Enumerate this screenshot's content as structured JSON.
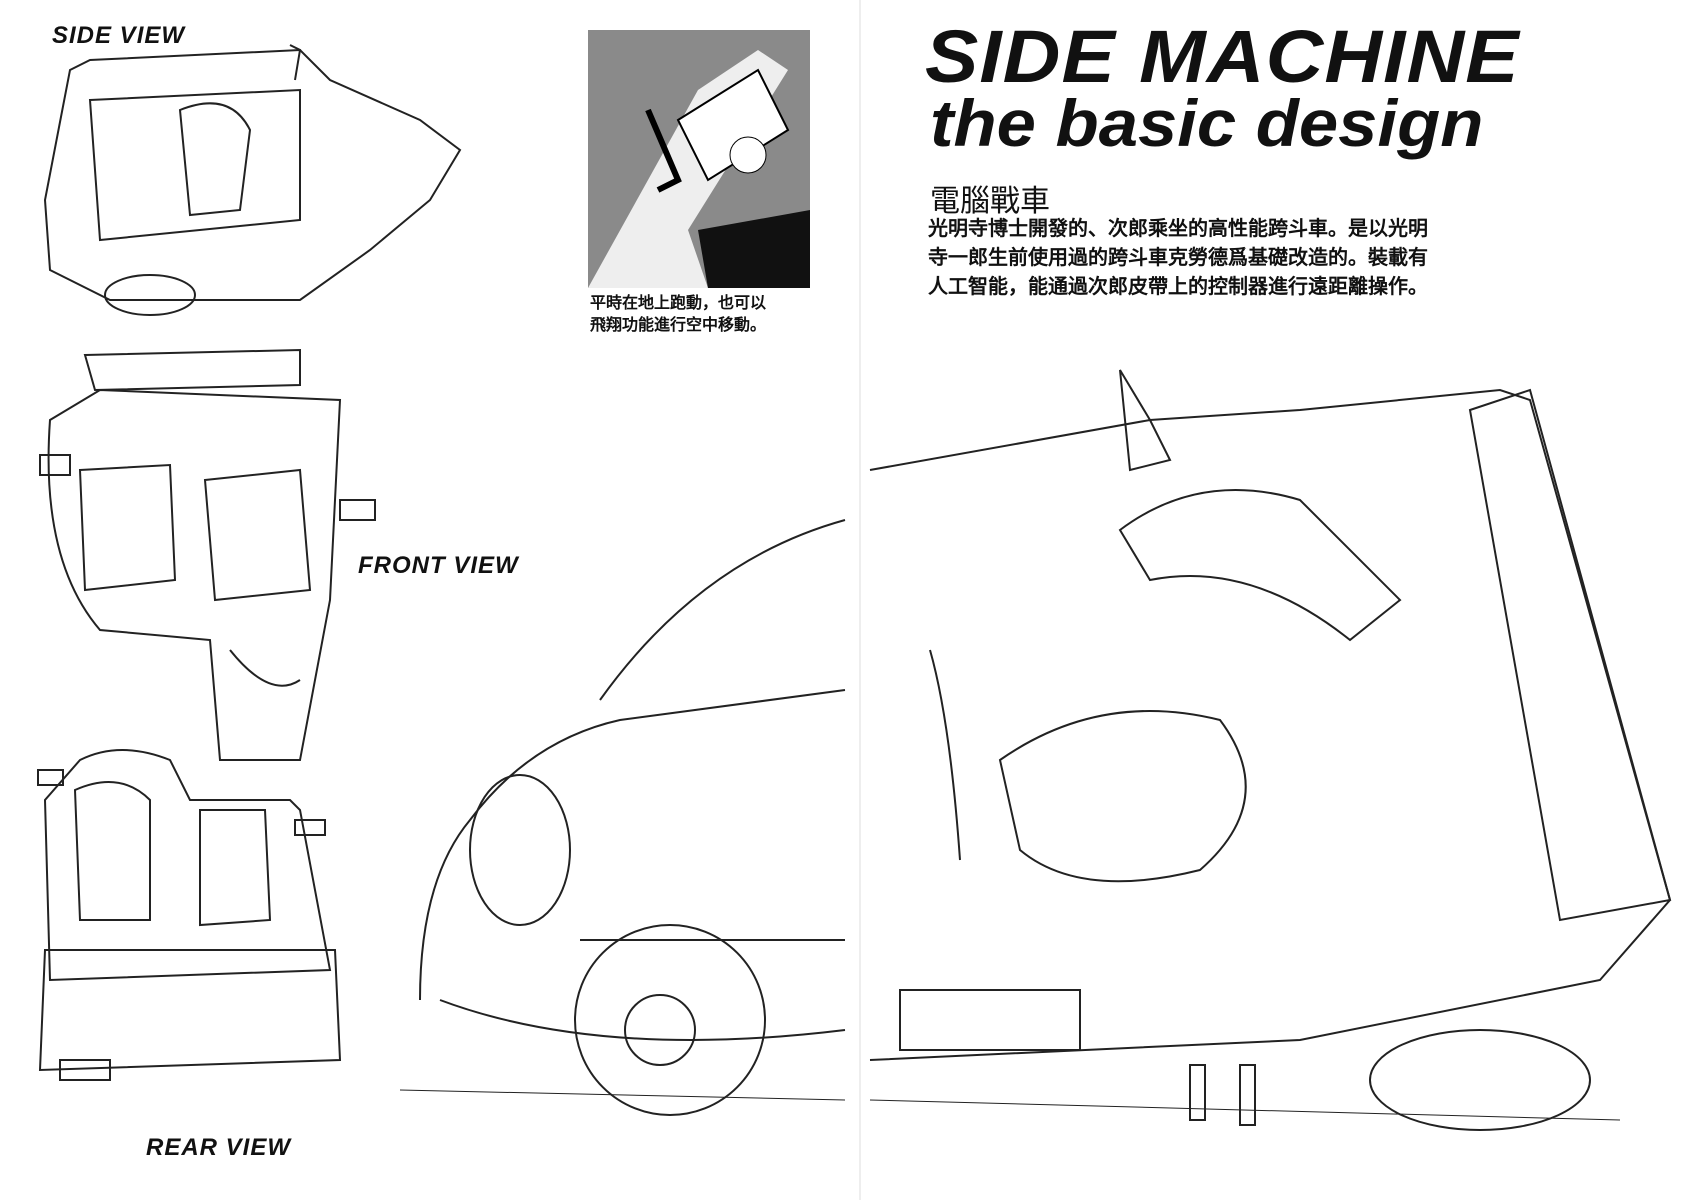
{
  "labels": {
    "side_view": "SIDE VIEW",
    "front_view": "FRONT VIEW",
    "rear_view": "REAR VIEW"
  },
  "title": {
    "line1": "SIDE MACHINE",
    "line2": "the basic design"
  },
  "description": {
    "heading": "電腦戰車",
    "lines": [
      "光明寺博士開發的、次郎乘坐的高性能跨斗車。是以光明",
      "寺一郎生前使用過的跨斗車克勞德爲基礎改造的。裝載有",
      "人工智能，能通過次郎皮帶上的控制器進行遠距離操作。"
    ]
  },
  "panel_caption": {
    "lines": [
      "平時在地上跑動，也可以",
      "飛翔功能進行空中移動。"
    ]
  }
}
